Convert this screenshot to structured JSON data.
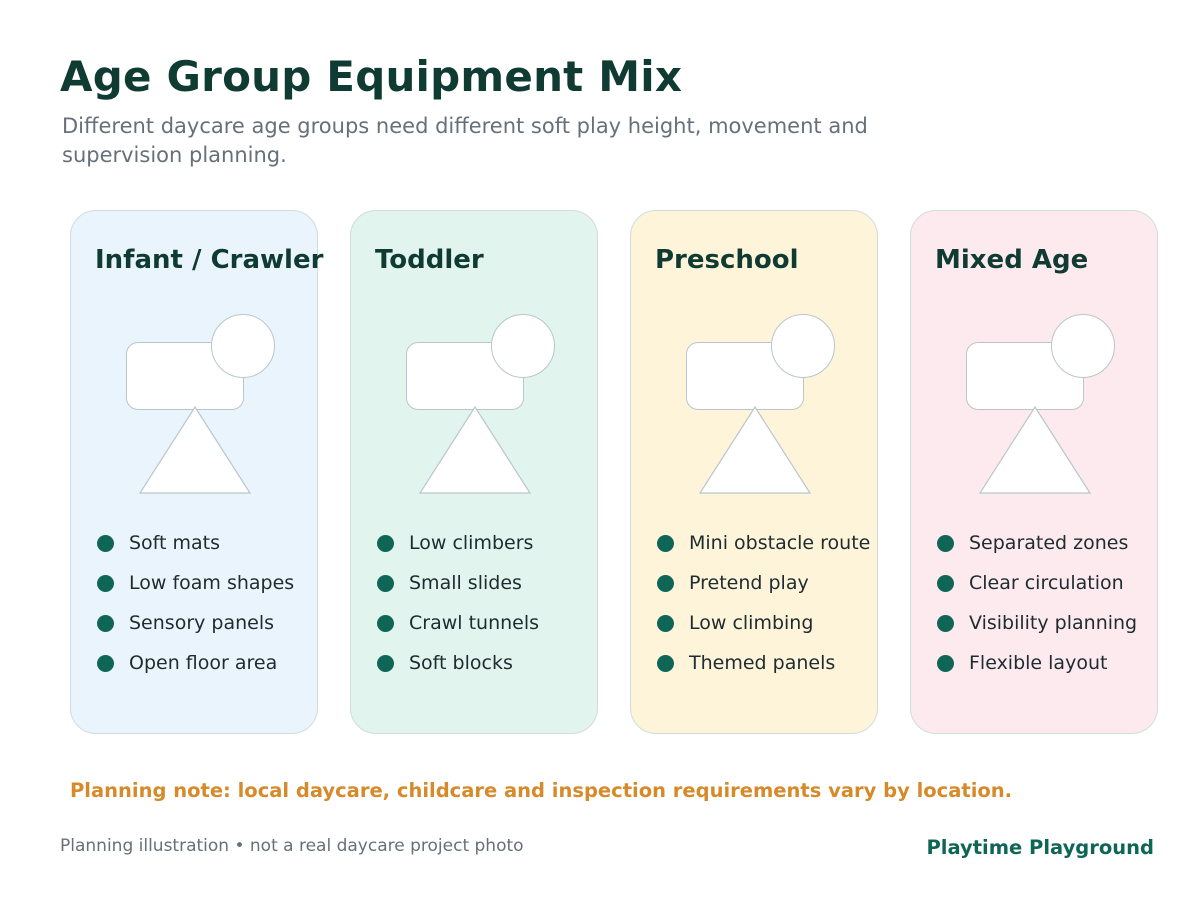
{
  "header": {
    "title": "Age Group Equipment Mix",
    "subtitle": "Different daycare age groups need different soft play height, movement and supervision planning."
  },
  "cards": [
    {
      "title": "Infant / Crawler",
      "bg": "#eaf4fd",
      "items": [
        "Soft mats",
        "Low foam shapes",
        "Sensory panels",
        "Open floor area"
      ]
    },
    {
      "title": "Toddler",
      "bg": "#e1f4ee",
      "items": [
        "Low climbers",
        "Small slides",
        "Crawl tunnels",
        "Soft blocks"
      ]
    },
    {
      "title": "Preschool",
      "bg": "#fdf4da",
      "items": [
        "Mini obstacle route",
        "Pretend play",
        "Low climbing",
        "Themed panels"
      ]
    },
    {
      "title": "Mixed Age",
      "bg": "#fdeaef",
      "items": [
        "Separated zones",
        "Clear circulation",
        "Visibility planning",
        "Flexible layout"
      ]
    }
  ],
  "note": "Planning note: local daycare, childcare and inspection requirements vary by location.",
  "footer": {
    "disclaimer": "Planning illustration • not a real daycare project photo",
    "brand": "Playtime Playground"
  },
  "colors": {
    "title": "#0f3b32",
    "accent": "#0f6657",
    "note": "#d68a2a",
    "shape_stroke": "#b9c6cb"
  }
}
